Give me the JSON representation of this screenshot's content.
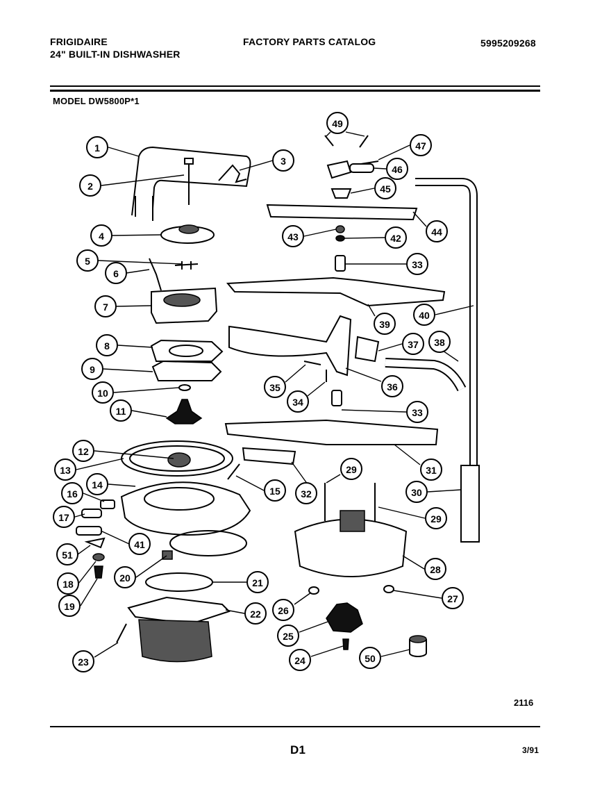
{
  "header": {
    "brand": "FRIGIDAIRE",
    "product": "24\" BUILT-IN DISHWASHER",
    "catalog_title": "FACTORY PARTS CATALOG",
    "catalog_number": "5995209268",
    "model": "MODEL DW5800P*1"
  },
  "diagram": {
    "drawing_number": "2116",
    "callouts": [
      {
        "id": "1",
        "label": "1"
      },
      {
        "id": "2",
        "label": "2"
      },
      {
        "id": "3",
        "label": "3"
      },
      {
        "id": "4",
        "label": "4"
      },
      {
        "id": "5",
        "label": "5"
      },
      {
        "id": "6",
        "label": "6"
      },
      {
        "id": "7",
        "label": "7"
      },
      {
        "id": "8",
        "label": "8"
      },
      {
        "id": "9",
        "label": "9"
      },
      {
        "id": "10",
        "label": "10"
      },
      {
        "id": "11",
        "label": "11"
      },
      {
        "id": "12",
        "label": "12"
      },
      {
        "id": "13",
        "label": "13"
      },
      {
        "id": "14",
        "label": "14"
      },
      {
        "id": "15",
        "label": "15"
      },
      {
        "id": "16",
        "label": "16"
      },
      {
        "id": "17",
        "label": "17"
      },
      {
        "id": "18",
        "label": "18"
      },
      {
        "id": "19",
        "label": "19"
      },
      {
        "id": "20",
        "label": "20"
      },
      {
        "id": "21",
        "label": "21"
      },
      {
        "id": "22",
        "label": "22"
      },
      {
        "id": "23",
        "label": "23"
      },
      {
        "id": "24",
        "label": "24"
      },
      {
        "id": "25",
        "label": "25"
      },
      {
        "id": "26",
        "label": "26"
      },
      {
        "id": "27",
        "label": "27"
      },
      {
        "id": "28",
        "label": "28"
      },
      {
        "id": "29a",
        "label": "29"
      },
      {
        "id": "29b",
        "label": "29"
      },
      {
        "id": "30",
        "label": "30"
      },
      {
        "id": "31",
        "label": "31"
      },
      {
        "id": "32",
        "label": "32"
      },
      {
        "id": "33a",
        "label": "33"
      },
      {
        "id": "33b",
        "label": "33"
      },
      {
        "id": "34",
        "label": "34"
      },
      {
        "id": "35",
        "label": "35"
      },
      {
        "id": "36",
        "label": "36"
      },
      {
        "id": "37",
        "label": "37"
      },
      {
        "id": "38",
        "label": "38"
      },
      {
        "id": "39",
        "label": "39"
      },
      {
        "id": "40",
        "label": "40"
      },
      {
        "id": "41",
        "label": "41"
      },
      {
        "id": "42",
        "label": "42"
      },
      {
        "id": "43",
        "label": "43"
      },
      {
        "id": "44",
        "label": "44"
      },
      {
        "id": "45",
        "label": "45"
      },
      {
        "id": "46",
        "label": "46"
      },
      {
        "id": "47",
        "label": "47"
      },
      {
        "id": "49",
        "label": "49"
      },
      {
        "id": "50",
        "label": "50"
      },
      {
        "id": "51",
        "label": "51"
      }
    ]
  },
  "footer": {
    "page_code": "D1",
    "date": "3/91"
  }
}
